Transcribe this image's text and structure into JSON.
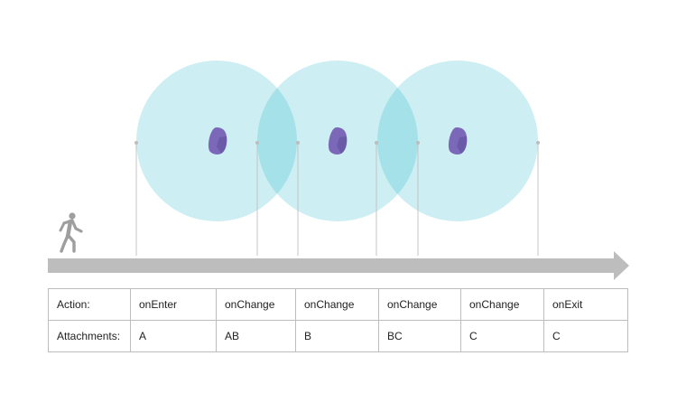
{
  "colors": {
    "zone_fill": "#cdeef2",
    "overlap_fill": "#a5e1e9",
    "beacon": "#7b68b8",
    "beacon_shade": "#5e4e9a",
    "guide_line": "#c4c4c4",
    "timeline_arrow": "#bdbdbd",
    "person": "#9e9e9e"
  },
  "icons": {
    "person": "walking-person-icon",
    "beacon": "beacon-icon"
  },
  "beacons": [
    {
      "id": "A"
    },
    {
      "id": "B"
    },
    {
      "id": "C"
    }
  ],
  "table": {
    "rows": [
      {
        "label": "Action:",
        "cells": [
          "onEnter",
          "onChange",
          "onChange",
          "onChange",
          "onChange",
          "onExit"
        ]
      },
      {
        "label": "Attachments:",
        "cells": [
          "A",
          "AB",
          "B",
          "BC",
          "C",
          "C"
        ]
      }
    ]
  }
}
